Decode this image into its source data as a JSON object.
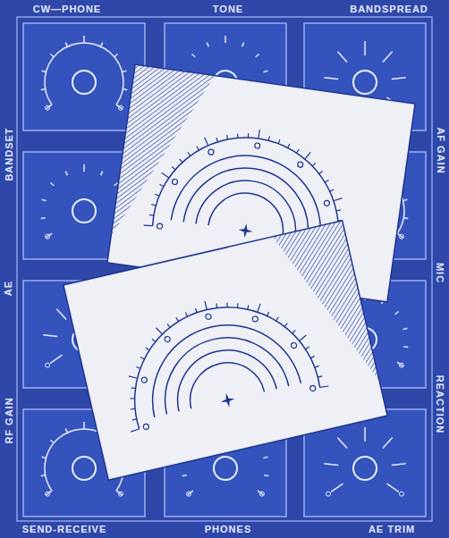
{
  "diagram": {
    "labels": [
      "CW—PHONE",
      "TONE",
      "BANDSPREAD",
      "BANDSET",
      "AF GAIN",
      "AE",
      "MIC",
      "RF GAIN",
      "REACTION",
      "SEND-RECEIVE",
      "PHONES",
      "AE TRIM"
    ]
  }
}
